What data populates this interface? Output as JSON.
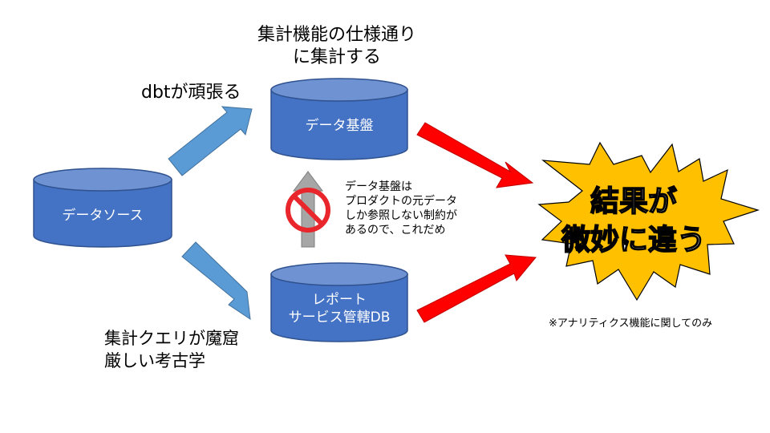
{
  "annotations": {
    "spec_line1": "集計機能の仕様通り",
    "spec_line2": "に集計する",
    "dbt": "dbtが頑張る",
    "query_line1": "集計クエリが魔窟",
    "query_line2": "厳しい考古学",
    "footnote": "※アナリティクス機能に関してのみ"
  },
  "databases": {
    "source": "データソース",
    "platform": "データ基盤",
    "report_line1": "レポート",
    "report_line2": "サービス管轄DB"
  },
  "restriction": {
    "line1": "データ基盤は",
    "line2": "プロダクトの元データ",
    "line3": "しか参照しない制約が",
    "line4": "あるので、これだめ"
  },
  "result": {
    "line1": "結果が",
    "line2": "微妙に違う"
  },
  "colors": {
    "cylinder_fill": "#4472c4",
    "cylinder_stroke": "#2f528f",
    "blue_arrow": "#5b9bd5",
    "red_arrow": "#ff0000",
    "burst_fill": "#ffc000",
    "prohibited_red": "#e8262b",
    "gray_arrow": "#a6a6a6"
  }
}
